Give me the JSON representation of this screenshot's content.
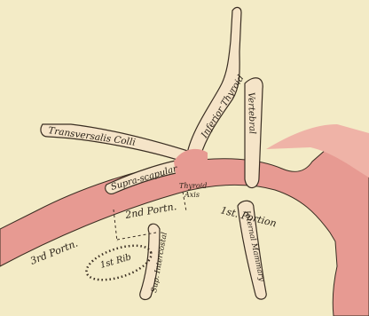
{
  "figure": {
    "colors": {
      "paper": "#f3ebc6",
      "artery": "#e79a92",
      "artery_light": "#efb3a7",
      "outline": "#3a2e22",
      "rib": "#3a2e22"
    },
    "labels": {
      "transversalis_colli": "Transversalis Colli",
      "supra_scapular": "Supra-scapular",
      "inferior_thyroid": "Inferior Thyroid",
      "vertebral": "Vertebral",
      "thyroid_axis_1": "Thyroid",
      "thyroid_axis_2": "Axis",
      "first_portion": "1st. Portion",
      "second_portion": "2nd Portn.",
      "third_portion": "3rd Portn.",
      "first_rib": "1st Rib",
      "sup_intercostal": "Sup. Intercostal",
      "internal_mammary": "Internal Mammary"
    }
  }
}
